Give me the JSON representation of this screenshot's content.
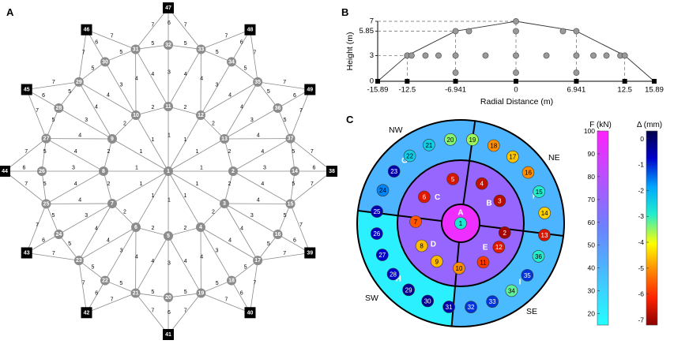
{
  "panels": {
    "a": "A",
    "b": "B",
    "c": "C"
  },
  "net": {
    "center": {
      "label": "1"
    },
    "ring1": {
      "labels": [
        "2",
        "3",
        "4",
        "5",
        "6",
        "7",
        "8",
        "9",
        "10",
        "11",
        "12",
        "13"
      ],
      "edge_label": "1",
      "ring_label": "2"
    },
    "ring2": {
      "labels": [
        "14",
        "15",
        "16",
        "17",
        "18",
        "19",
        "20",
        "21",
        "22",
        "23",
        "24",
        "25",
        "26",
        "27",
        "28",
        "29",
        "30",
        "31",
        "32",
        "33",
        "34",
        "35",
        "36",
        "37"
      ],
      "edge_label_a": "3",
      "edge_label_b": "4",
      "ring_label": "5"
    },
    "anchors": {
      "labels": [
        "38",
        "39",
        "40",
        "41",
        "42",
        "43",
        "44",
        "45",
        "46",
        "47",
        "48",
        "49"
      ],
      "edge_label_a": "6",
      "edge_label_b": "7"
    }
  },
  "chart_data": {
    "type": "scatter",
    "xlabel": "Radial Distance (m)",
    "ylabel": "Height (m)",
    "xticks": [
      "-15.89",
      "-12.5",
      "-6.941",
      "0",
      "6.941",
      "12.5",
      "15.89"
    ],
    "yticks": [
      "0",
      "3",
      "5.85",
      "7"
    ],
    "xlim": [
      -15.89,
      15.89
    ],
    "ylim": [
      0,
      7
    ],
    "profile": [
      {
        "x": -15.89,
        "y": 0
      },
      {
        "x": -12.5,
        "y": 3
      },
      {
        "x": -6.941,
        "y": 5.85
      },
      {
        "x": 0,
        "y": 7
      },
      {
        "x": 6.941,
        "y": 5.85
      },
      {
        "x": 12.5,
        "y": 3
      },
      {
        "x": 15.89,
        "y": 0
      }
    ],
    "anchors_x": [
      -15.89,
      -12.5,
      -6.941,
      0,
      6.941,
      12.5,
      15.89
    ],
    "points": [
      {
        "x": 0,
        "y": 7
      },
      {
        "x": -6.941,
        "y": 5.85
      },
      {
        "x": -5.4,
        "y": 5.85
      },
      {
        "x": 0,
        "y": 5.85
      },
      {
        "x": 5.4,
        "y": 5.85
      },
      {
        "x": 6.941,
        "y": 5.85
      },
      {
        "x": -12.5,
        "y": 3
      },
      {
        "x": -12.0,
        "y": 3
      },
      {
        "x": -10.4,
        "y": 3
      },
      {
        "x": -8.9,
        "y": 3
      },
      {
        "x": -6.941,
        "y": 3
      },
      {
        "x": -3.5,
        "y": 3
      },
      {
        "x": 0,
        "y": 3
      },
      {
        "x": 3.5,
        "y": 3
      },
      {
        "x": 6.941,
        "y": 3
      },
      {
        "x": 8.9,
        "y": 3
      },
      {
        "x": 10.4,
        "y": 3
      },
      {
        "x": 12.0,
        "y": 3
      },
      {
        "x": 12.5,
        "y": 3
      },
      {
        "x": -6.941,
        "y": 1.0
      },
      {
        "x": 0,
        "y": 1.0
      },
      {
        "x": 6.941,
        "y": 1.0
      }
    ]
  },
  "map": {
    "directions": {
      "nw": "NW",
      "ne": "NE",
      "sw": "SW",
      "se": "SE"
    },
    "sector_letters": [
      "A",
      "B",
      "C",
      "D",
      "E",
      "F",
      "G",
      "H",
      "I"
    ],
    "node_labels": [
      "1",
      "2",
      "3",
      "4",
      "5",
      "6",
      "7",
      "8",
      "9",
      "10",
      "11",
      "12",
      "13",
      "14",
      "15",
      "16",
      "17",
      "18",
      "19",
      "20",
      "21",
      "22",
      "23",
      "24",
      "25",
      "26",
      "27",
      "28",
      "29",
      "30",
      "31",
      "32",
      "33",
      "34",
      "35",
      "36",
      "37"
    ],
    "node_deflection_mm": [
      -2.8,
      -7.0,
      -6.8,
      -6.7,
      -6.5,
      -6.4,
      -5.6,
      -4.6,
      -4.6,
      -5.0,
      -5.9,
      -6.4,
      -6.5,
      -4.4,
      -2.9,
      -5.0,
      -4.5,
      -5.0,
      -3.5,
      -3.4,
      -2.4,
      -2.4,
      -0.5,
      -1.6,
      -0.6,
      -0.7,
      -0.8,
      -0.8,
      -0.3,
      -0.3,
      -0.5,
      -1.1,
      -1.1,
      -3.2,
      -1.1,
      -2.9,
      -2.1
    ],
    "sector_force_kN": {
      "A": 95,
      "BCDE": 70,
      "G": 40,
      "F": 40,
      "I": 38,
      "H": 20
    },
    "colorbar_force": {
      "title": "F (kN)",
      "ticks": [
        "100",
        "90",
        "80",
        "70",
        "60",
        "50",
        "40",
        "30",
        "20"
      ],
      "min": 15,
      "max": 100,
      "colors": [
        "#22ffff",
        "#6b82ff",
        "#ff22ff"
      ]
    },
    "colorbar_deflection": {
      "title": "Δ (mm)",
      "ticks": [
        "0",
        "-1",
        "-2",
        "-3",
        "-4",
        "-5",
        "-6",
        "-7"
      ],
      "min": -7.2,
      "max": 0.3,
      "colors": [
        "#8b0000",
        "#ff2200",
        "#ff8800",
        "#ffff00",
        "#22eecc",
        "#00aaff",
        "#0000cc",
        "#00004a"
      ]
    }
  }
}
